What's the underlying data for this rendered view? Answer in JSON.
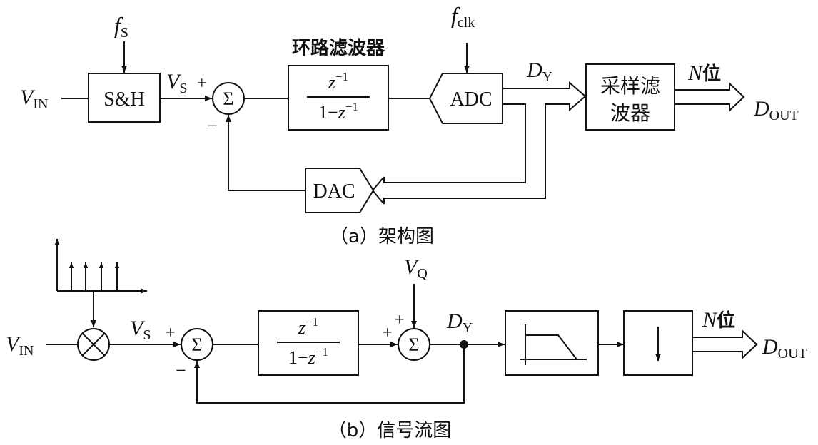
{
  "architecture": {
    "vin": {
      "main": "V",
      "sub": "IN"
    },
    "fs": {
      "main": "f",
      "sub": "S"
    },
    "sh_label": "S&H",
    "vs": {
      "main": "V",
      "sub": "S"
    },
    "plus": "+",
    "minus": "−",
    "sigma": "Σ",
    "loop_filter_title": "环路滤波器",
    "tf_num": {
      "z": "z",
      "exp": "−1"
    },
    "tf_den": {
      "pre": "1−",
      "z": "z",
      "exp": "−1"
    },
    "fclk": {
      "main": "f",
      "sub": "clk"
    },
    "adc_label": "ADC",
    "dy": {
      "main": "D",
      "sub": "Y"
    },
    "sampling_filter_line1": "采样滤",
    "sampling_filter_line2": "波器",
    "nbits": {
      "n": "N",
      "text": "位"
    },
    "dout": {
      "main": "D",
      "sub": "OUT"
    },
    "dac_label": "DAC",
    "caption": "（a）架构图"
  },
  "signal_flow": {
    "vin": {
      "main": "V",
      "sub": "IN"
    },
    "vs": {
      "main": "V",
      "sub": "S"
    },
    "plus": "+",
    "minus": "−",
    "sigma": "Σ",
    "tf_num": {
      "z": "z",
      "exp": "−1"
    },
    "tf_den": {
      "pre": "1−",
      "z": "z",
      "exp": "−1"
    },
    "vq": {
      "main": "V",
      "sub": "Q"
    },
    "dy": {
      "main": "D",
      "sub": "Y"
    },
    "nbits": {
      "n": "N",
      "text": "位"
    },
    "dout": {
      "main": "D",
      "sub": "OUT"
    },
    "caption": "（b）信号流图"
  }
}
